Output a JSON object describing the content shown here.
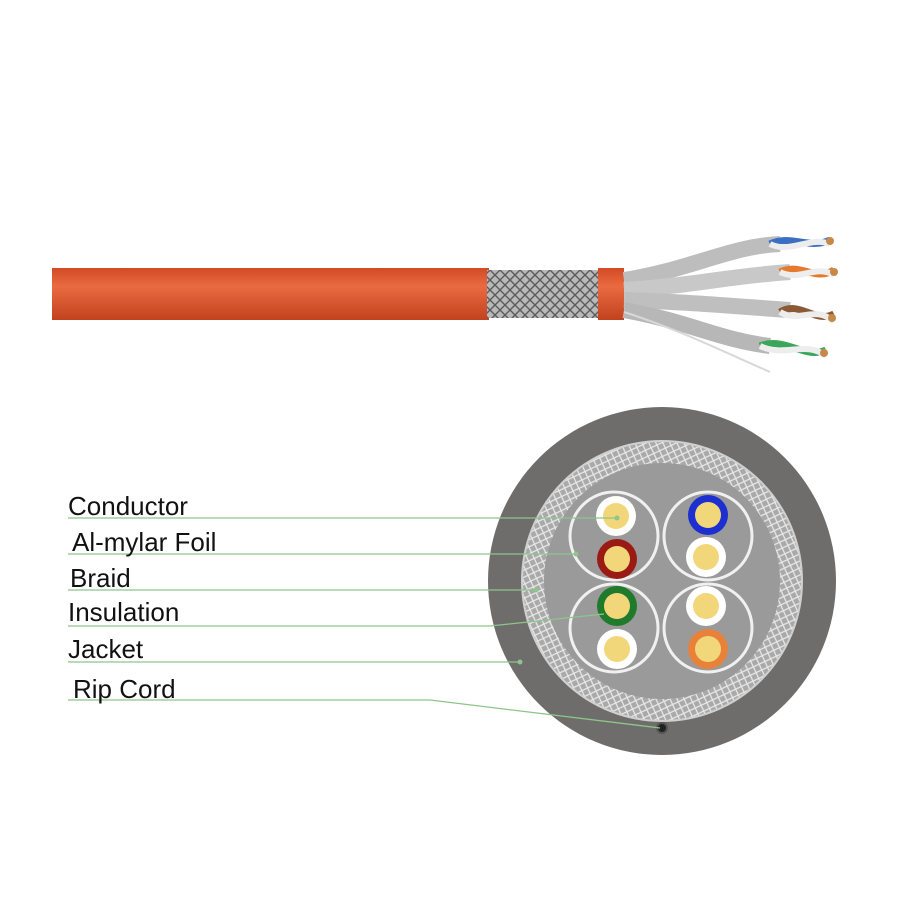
{
  "labels": [
    {
      "id": "conductor",
      "text": "Conductor"
    },
    {
      "id": "foil",
      "text": "Al-mylar Foil"
    },
    {
      "id": "braid",
      "text": "Braid"
    },
    {
      "id": "insulation",
      "text": "Insulation"
    },
    {
      "id": "jacket",
      "text": "Jacket"
    },
    {
      "id": "rip_cord",
      "text": "Rip Cord"
    }
  ],
  "colors": {
    "jacket_orange": "#e0512b",
    "cross_section_jacket": "#6e6d6c",
    "braid": "#c9c9c9",
    "core_fill": "#9a9a9a",
    "leader_line": "#8dc58a",
    "conductor": "#f2d77a",
    "pair_colors": [
      "#ffffff",
      "#9b1a14",
      "#1f7a2b",
      "#ffffff",
      "#1d2fd0",
      "#ffffff",
      "#ffffff",
      "#e8823a"
    ]
  }
}
